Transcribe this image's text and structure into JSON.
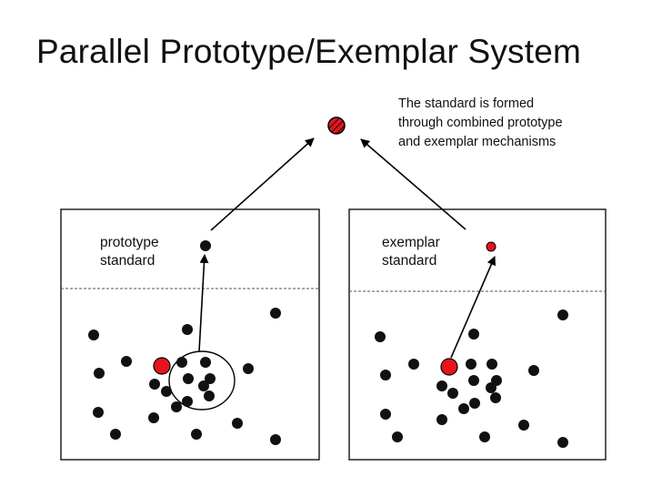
{
  "slide": {
    "title": "Parallel Prototype/Exemplar System",
    "note_lines": [
      "The standard is formed",
      "through combined prototype",
      "and exemplar mechanisms"
    ]
  },
  "panels": {
    "prototype": {
      "label_line1": "prototype",
      "label_line2": "standard"
    },
    "exemplar": {
      "label_line1": "exemplar",
      "label_line2": "standard"
    }
  },
  "colors": {
    "dot": "#111111",
    "highlight": "#e8141b",
    "stroke": "#000000",
    "divider": "#555555"
  },
  "icons": {
    "combined_standard": "hatched-circle-icon",
    "prototype_standard": "black-dot-icon",
    "exemplar_standard": "red-dot-icon"
  }
}
